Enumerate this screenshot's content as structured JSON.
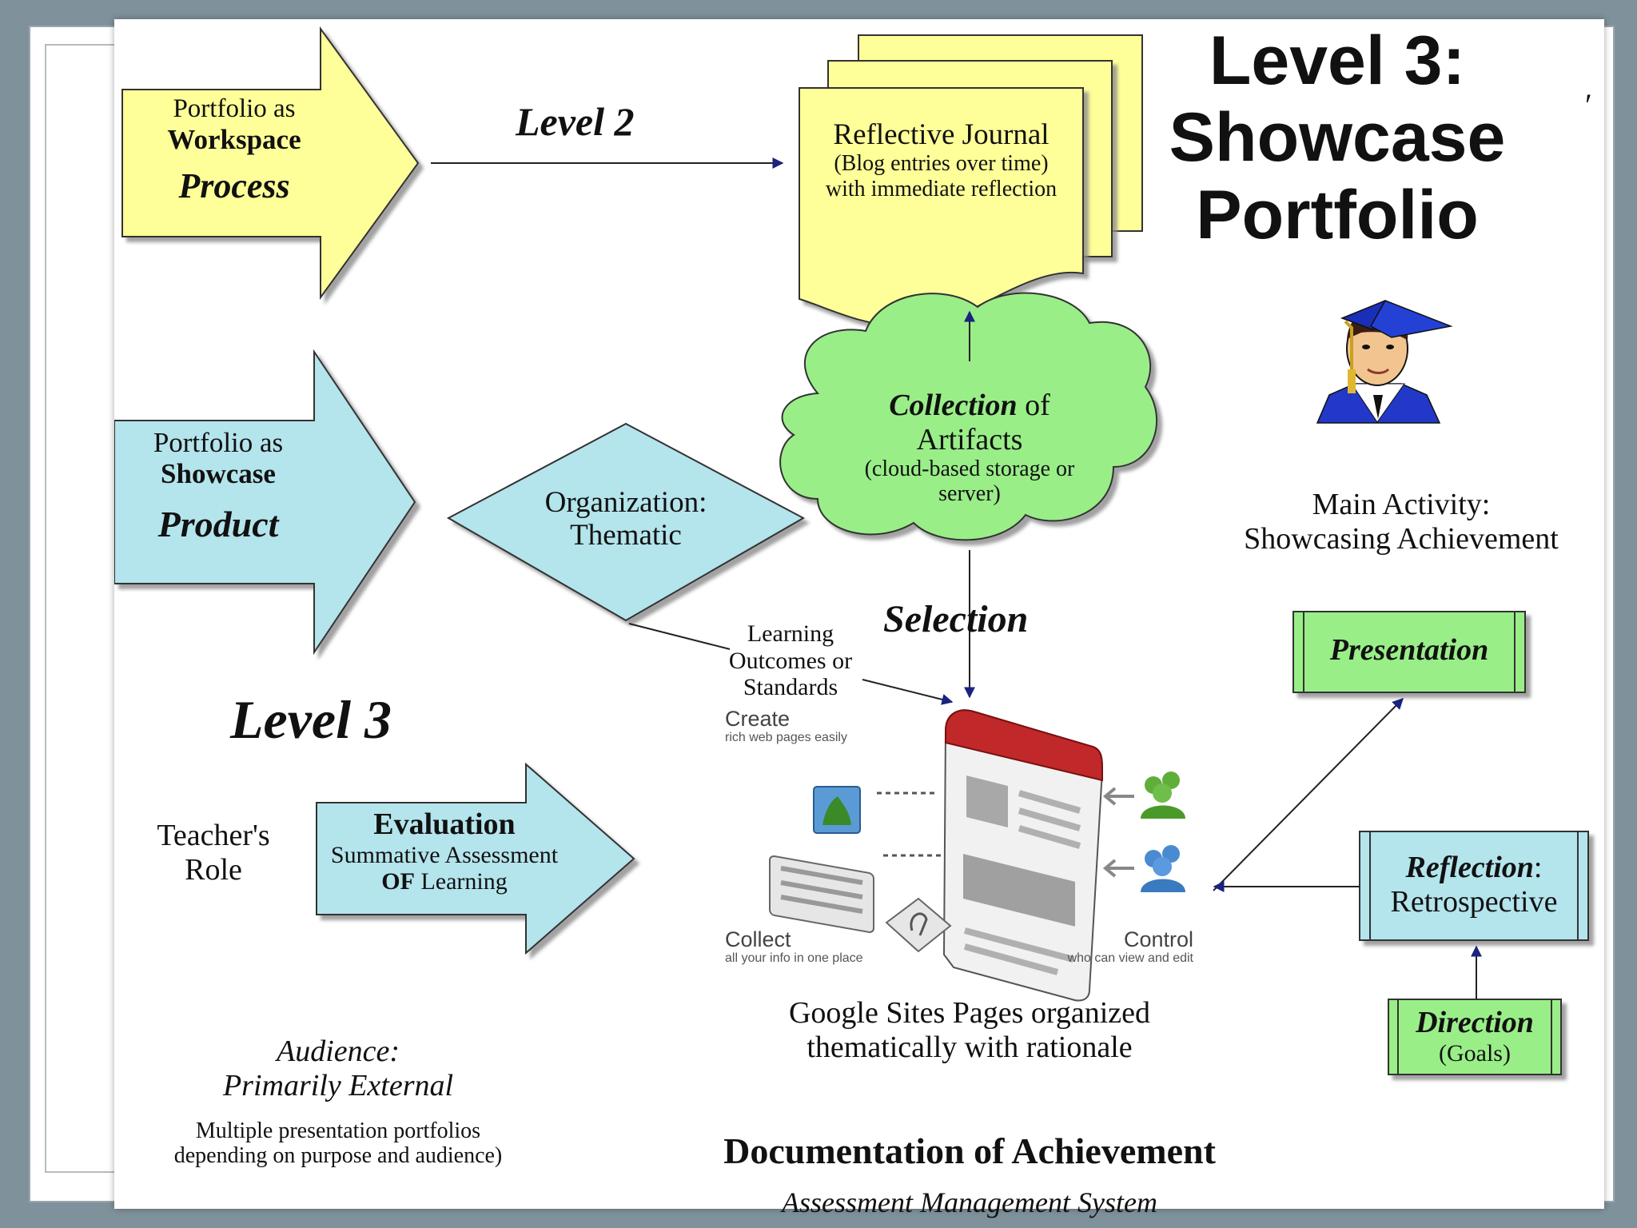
{
  "title": {
    "line1": "Level 3:",
    "line2": "Showcase",
    "line3": "Portfolio",
    "mark": "′"
  },
  "workspace_arrow": {
    "line1": "Portfolio as",
    "line2": "Workspace",
    "line3": "Process"
  },
  "showcase_arrow": {
    "line1": "Portfolio as",
    "line2": "Showcase",
    "line3": "Product"
  },
  "level2_label": "Level 2",
  "level3_label": "Level 3",
  "journal": {
    "title": "Reflective Journal",
    "line2": "(Blog entries over time)",
    "line3": "with immediate reflection"
  },
  "organization": {
    "line1": "Organization:",
    "line2": "Thematic"
  },
  "cloud": {
    "bold": "Collection",
    "of": " of",
    "line2": "Artifacts",
    "line3": "(cloud-based storage or",
    "line4": "server)"
  },
  "selection_label": "Selection",
  "learning_outcomes": {
    "line1": "Learning",
    "line2": "Outcomes or",
    "line3": "Standards"
  },
  "main_activity": {
    "line1": "Main Activity:",
    "line2": "Showcasing Achievement"
  },
  "presentation_box": "Presentation",
  "reflection_box": {
    "bold": "Reflection",
    "colon": ":",
    "line2": "Retrospective"
  },
  "direction_box": {
    "bold": "Direction",
    "line2": "(Goals)"
  },
  "teachers_role": {
    "line1": "Teacher's",
    "line2": "Role"
  },
  "evaluation_arrow": {
    "line1": "Evaluation",
    "line2": "Summative Assessment",
    "line3_bold": "OF",
    "line3_rest": " Learning"
  },
  "sites_graphic": {
    "create": "Create",
    "create_sub": "rich web pages easily",
    "collect": "Collect",
    "collect_sub": "all your info in one place",
    "control": "Control",
    "control_sub": "who can view and edit"
  },
  "sites_caption": {
    "line1": "Google Sites Pages organized",
    "line2": "thematically with rationale"
  },
  "audience": {
    "line1": "Audience:",
    "line2": "Primarily External",
    "line3": "Multiple presentation portfolios",
    "line4": "depending on purpose and audience)"
  },
  "footer": {
    "title": "Documentation of Achievement",
    "subtitle": "Assessment Management System"
  },
  "colors": {
    "yellow": "#ffff99",
    "light_blue": "#b4e4ec",
    "green": "#99ee88",
    "arrow_navy": "#1a237e",
    "site_red": "#c0282a"
  }
}
